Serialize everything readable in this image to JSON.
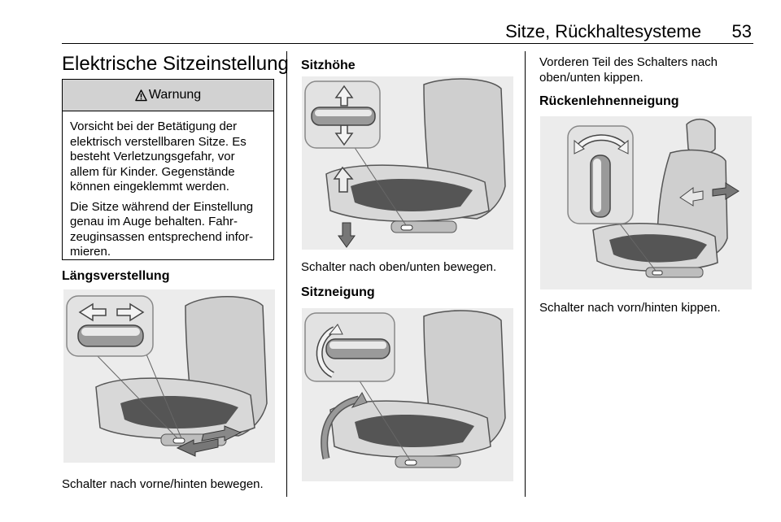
{
  "header": {
    "title": "Sitze, Rückhaltesysteme",
    "page": "53"
  },
  "left": {
    "heading": "Elektrische Sitzeinstellung",
    "warning": {
      "label": "Warnung",
      "p1": "Vorsicht bei der Betätigung der elektrisch verstellbaren Sitze. Es besteht Verletzungsgefahr, vor allem für Kinder. Gegenstände können eingeklemmt werden.",
      "p2": "Die Sitze während der Einstellung genau im Auge behalten. Fahr-zeuginsassen entsprechend infor-mieren."
    },
    "section_title": "Längsverstellung",
    "caption": "Schalter nach vorne/hinten bewegen."
  },
  "middle": {
    "section1_title": "Sitzhöhe",
    "caption1": "Schalter nach oben/unten bewegen.",
    "section2_title": "Sitzneigung"
  },
  "right": {
    "intro": "Vorderen Teil des Schalters nach oben/unten kippen.",
    "section_title": "Rückenlehnenneigung",
    "caption": "Schalter nach vorn/hinten kippen."
  },
  "colors": {
    "warning_header": "#d2d2d2",
    "figure_bg": "#ececec"
  }
}
